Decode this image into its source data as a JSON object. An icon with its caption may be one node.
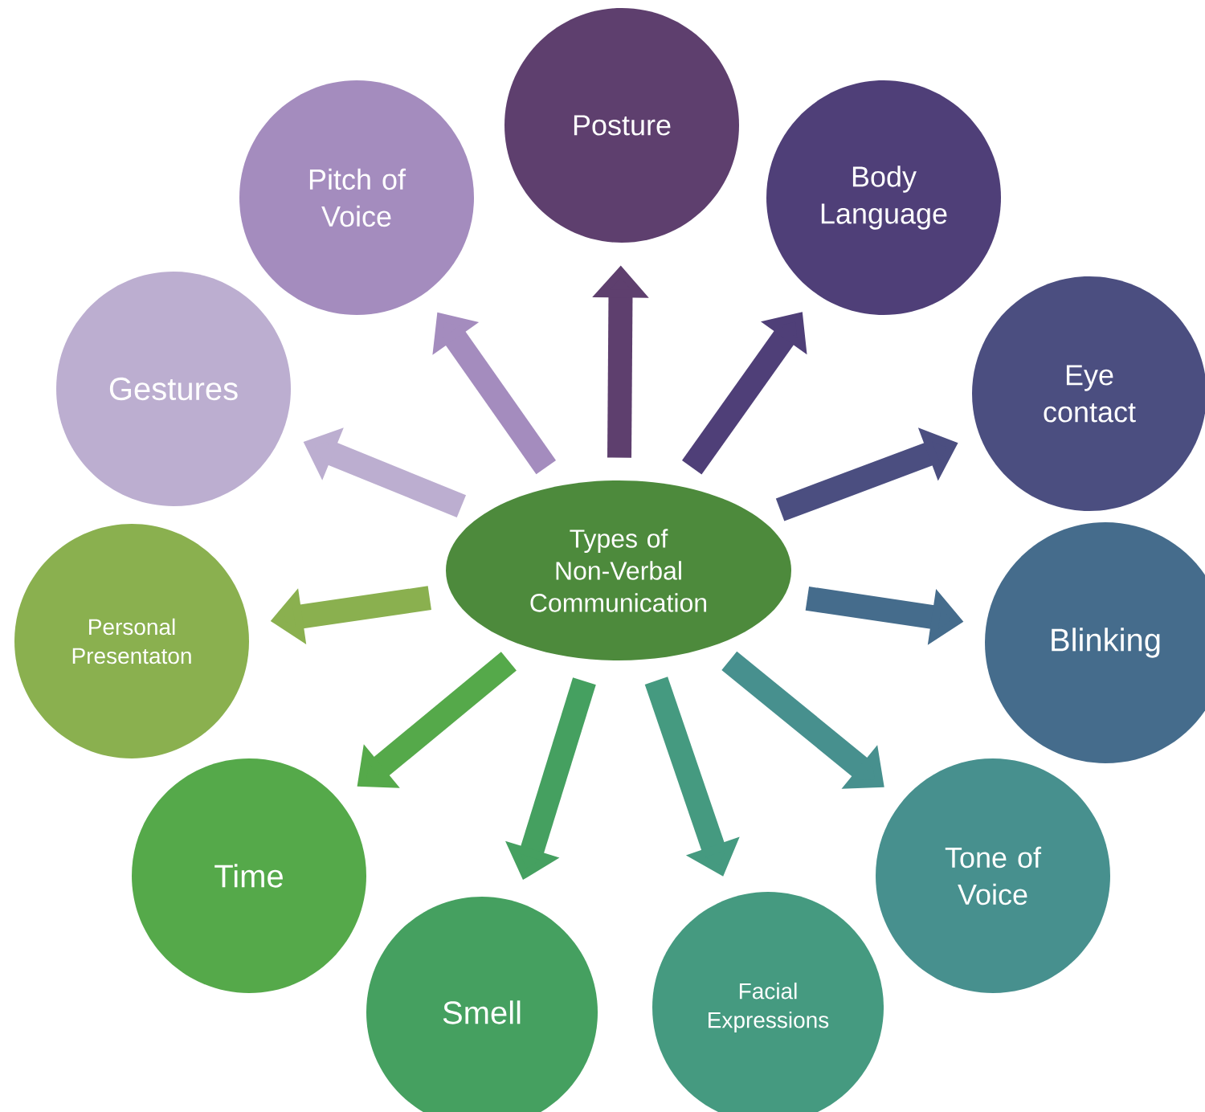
{
  "diagram": {
    "nodes": [
      {
        "text": [
          "Types of Non-Verbal Communication"
        ]
      },
      {
        "text": [
          "Posture"
        ]
      },
      {
        "text": [
          "Body Language"
        ]
      },
      {
        "text": [
          "Eye contact"
        ]
      },
      {
        "text": [
          "Blinking"
        ]
      },
      {
        "text": [
          "Tone of Voice"
        ]
      },
      {
        "text": [
          "Facial Expressions"
        ]
      },
      {
        "text": [
          "Smell"
        ]
      },
      {
        "text": [
          "Time"
        ]
      },
      {
        "text": [
          "Personal Presentaton"
        ]
      },
      {
        "text": [
          "Gestures"
        ]
      },
      {
        "text": [
          "Pitch of Voice"
        ]
      }
    ],
    "edges": [
      {
        "from": 0,
        "to": 1,
        "arrow": "to",
        "color": "#5e3f6e"
      },
      {
        "from": 0,
        "to": 2,
        "arrow": "to",
        "color": "#4f3f78"
      },
      {
        "from": 0,
        "to": 3,
        "arrow": "to",
        "color": "#4b4e80"
      },
      {
        "from": 0,
        "to": 4,
        "arrow": "to",
        "color": "#456c8c"
      },
      {
        "from": 0,
        "to": 5,
        "arrow": "to",
        "color": "#47908e"
      },
      {
        "from": 0,
        "to": 6,
        "arrow": "to",
        "color": "#459a80"
      },
      {
        "from": 0,
        "to": 7,
        "arrow": "to",
        "color": "#45a060"
      },
      {
        "from": 0,
        "to": 8,
        "arrow": "to",
        "color": "#55a94a"
      },
      {
        "from": 0,
        "to": 9,
        "arrow": "to",
        "color": "#8ab04f"
      },
      {
        "from": 0,
        "to": 10,
        "arrow": "to",
        "color": "#bcaed0"
      },
      {
        "from": 0,
        "to": 11,
        "arrow": "to",
        "color": "#a48cbe"
      }
    ]
  }
}
